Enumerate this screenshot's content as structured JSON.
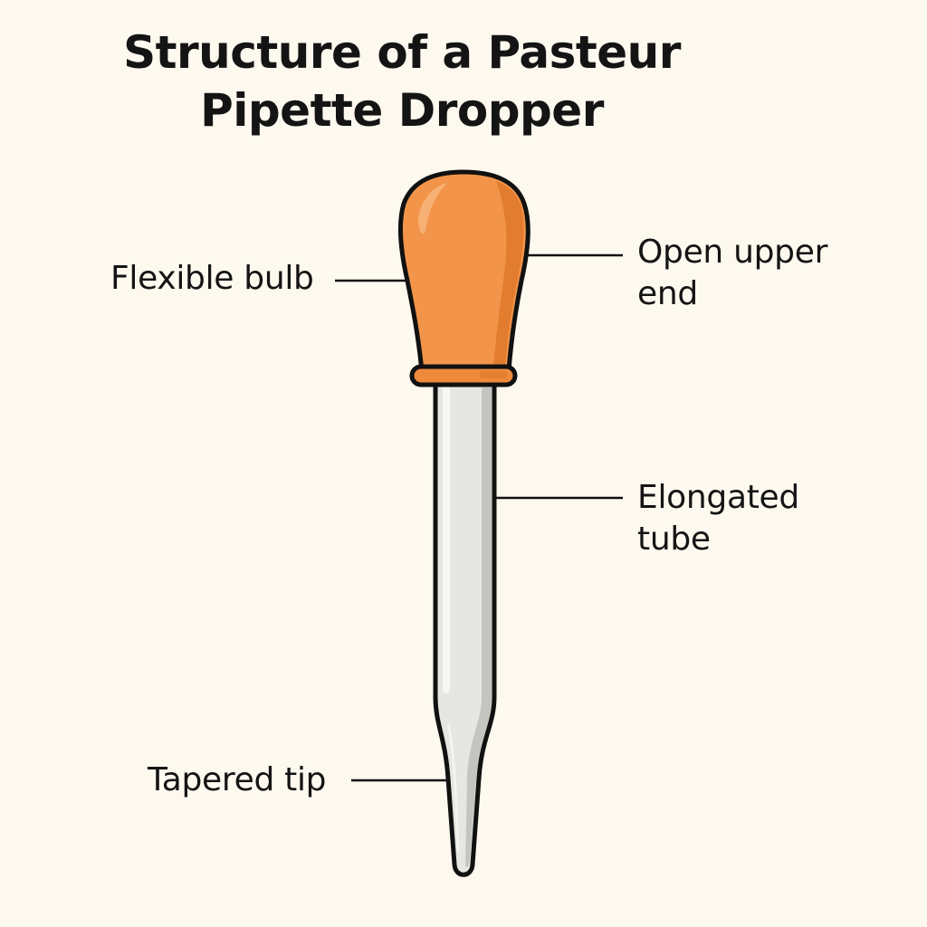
{
  "title": {
    "line1": "Structure of a Pasteur",
    "line2": "Pipette Dropper"
  },
  "labels": {
    "flexible_bulb": {
      "line1": "Flexible bulb"
    },
    "open_upper_end": {
      "line1": "Open upper",
      "line2": "end"
    },
    "elongated_tube": {
      "line1": "Elongated",
      "line2": "tube"
    },
    "tapered_tip": {
      "line1": "Tapered tip"
    }
  },
  "colors": {
    "background": "#fdf9ef",
    "bulb": "#f2954a",
    "bulb_shadow": "#e07a2c",
    "bulb_highlight": "#f8b47a",
    "tube": "#e6e6e3",
    "tube_shadow": "#bdbdba",
    "tube_highlight": "#f7f7f4",
    "outline": "#111111",
    "text": "#141414"
  }
}
